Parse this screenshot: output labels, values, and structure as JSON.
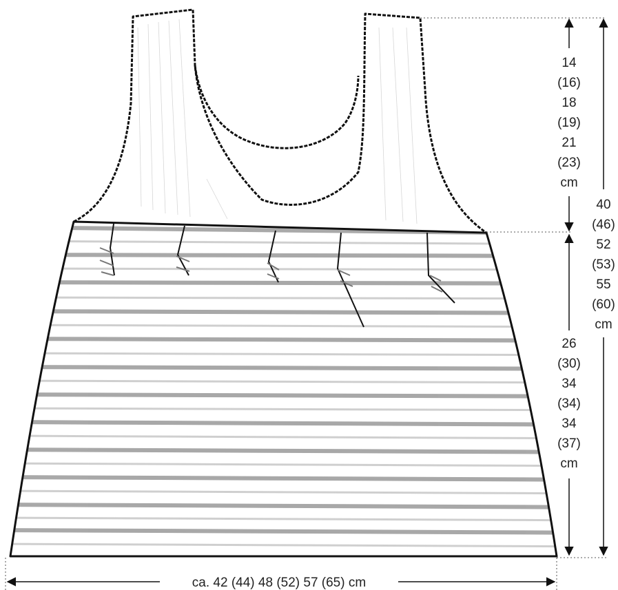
{
  "dimensions": {
    "armhole_depth": {
      "lines": [
        "14",
        "(16)",
        "18",
        "(19)",
        "21",
        "(23)",
        "cm"
      ]
    },
    "total_length": {
      "lines": [
        "40",
        "(46)",
        "52",
        "(53)",
        "55",
        "(60)",
        "cm"
      ]
    },
    "body_length": {
      "lines": [
        "26",
        "(30)",
        "34",
        "(34)",
        "34",
        "(37)",
        "cm"
      ]
    },
    "width": {
      "label": "ca. 42 (44) 48 (52) 57 (65) cm"
    }
  },
  "colors": {
    "outline": "#111111",
    "stripe": "#9a9a9a",
    "guide": "#555555"
  }
}
